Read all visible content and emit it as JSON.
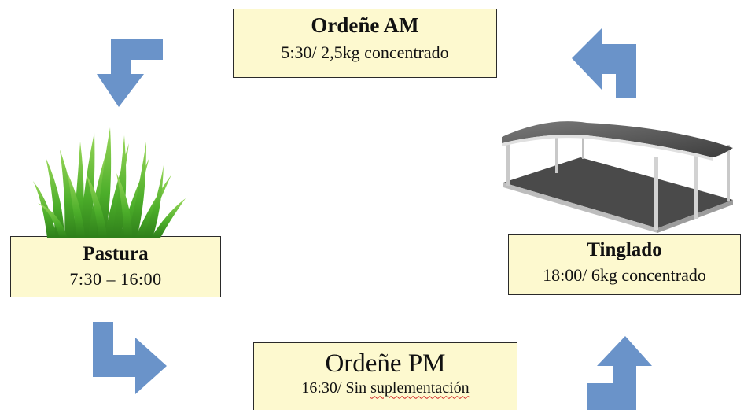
{
  "diagram": {
    "ordene_am": {
      "title": "Ordeñe AM",
      "detail": "5:30/ 2,5kg concentrado"
    },
    "pastura": {
      "title": "Pastura",
      "detail": "7:30 – 16:00"
    },
    "tinglado": {
      "title": "Tinglado",
      "detail": "18:00/ 6kg concentrado"
    },
    "ordene_pm": {
      "title": "Ordeñe PM",
      "detail_prefix": "16:30/ Sin ",
      "detail_underlined": "suplementación"
    }
  },
  "icons": {
    "grass": "grass-icon",
    "shelter": "shelter-icon",
    "arrow": "bent-arrow-icon"
  },
  "colors": {
    "box_fill": "#fdf9cf",
    "arrow_fill": "#6a93c9",
    "grass_green": "#4cae2a"
  }
}
